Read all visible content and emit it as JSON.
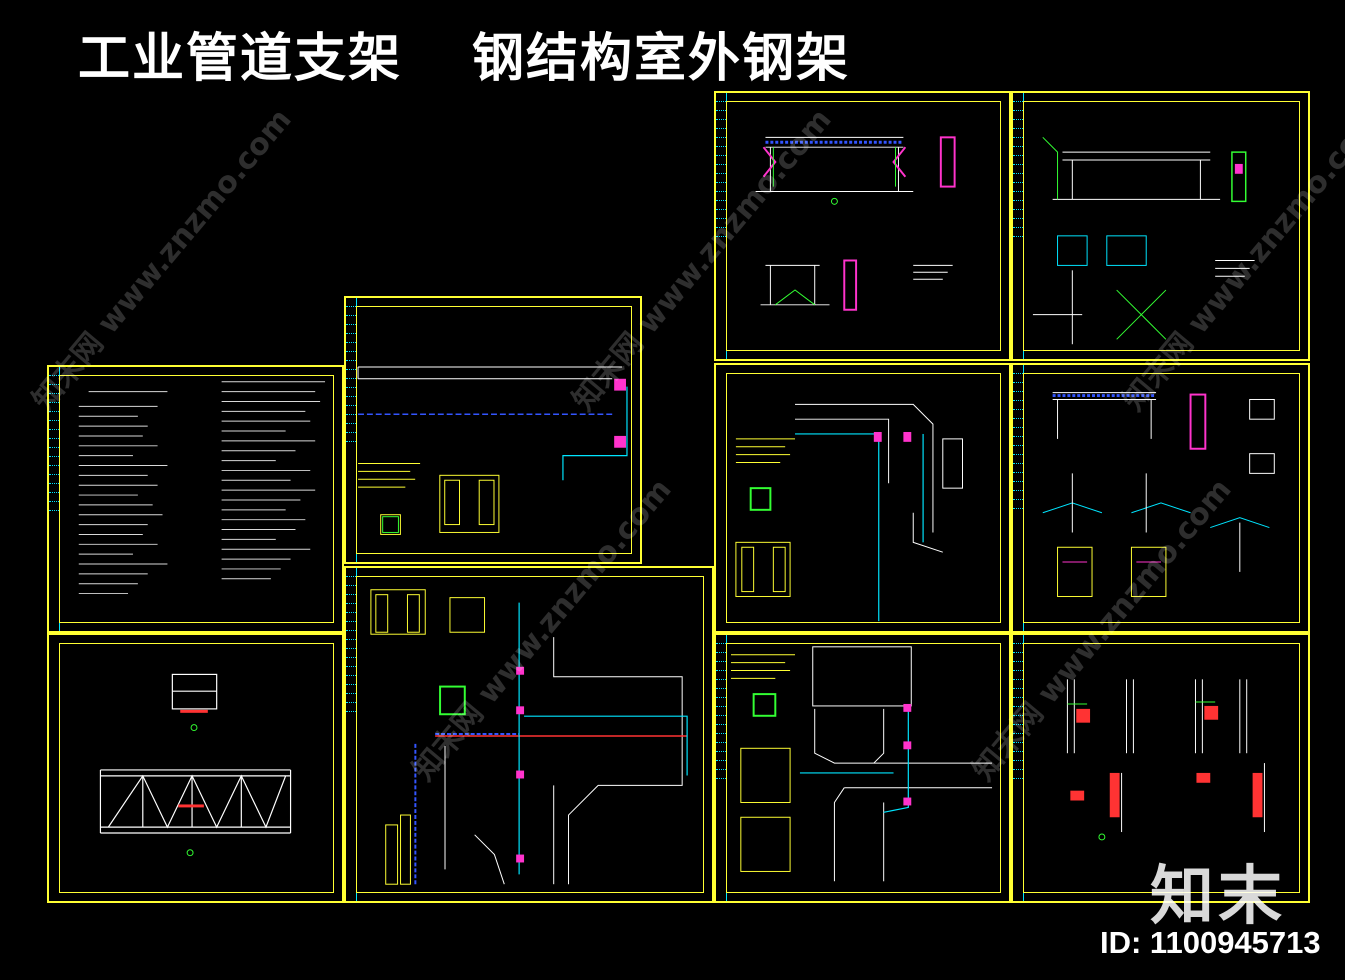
{
  "header": {
    "title_part1": "工业管道支架",
    "title_part2": "钢结构室外钢架"
  },
  "branding": {
    "logo_text": "知末",
    "id_label": "ID: 1100945713"
  },
  "watermarks": [
    "知末网 www.znzmo.com"
  ],
  "colors": {
    "background": "#000000",
    "frame": "#ffff33",
    "cyan": "#00e5ff",
    "magenta": "#ff33cc",
    "red": "#ff3333",
    "blue": "#3355ff",
    "green": "#33ff33",
    "white": "#ffffff"
  },
  "sheets": [
    {
      "id": "notes"
    },
    {
      "id": "truss-detail"
    },
    {
      "id": "plan-top"
    },
    {
      "id": "plan-main"
    },
    {
      "id": "elevation-1"
    },
    {
      "id": "elevation-2"
    },
    {
      "id": "plan-right-1"
    },
    {
      "id": "details-1"
    },
    {
      "id": "plan-right-2"
    },
    {
      "id": "details-2"
    }
  ]
}
